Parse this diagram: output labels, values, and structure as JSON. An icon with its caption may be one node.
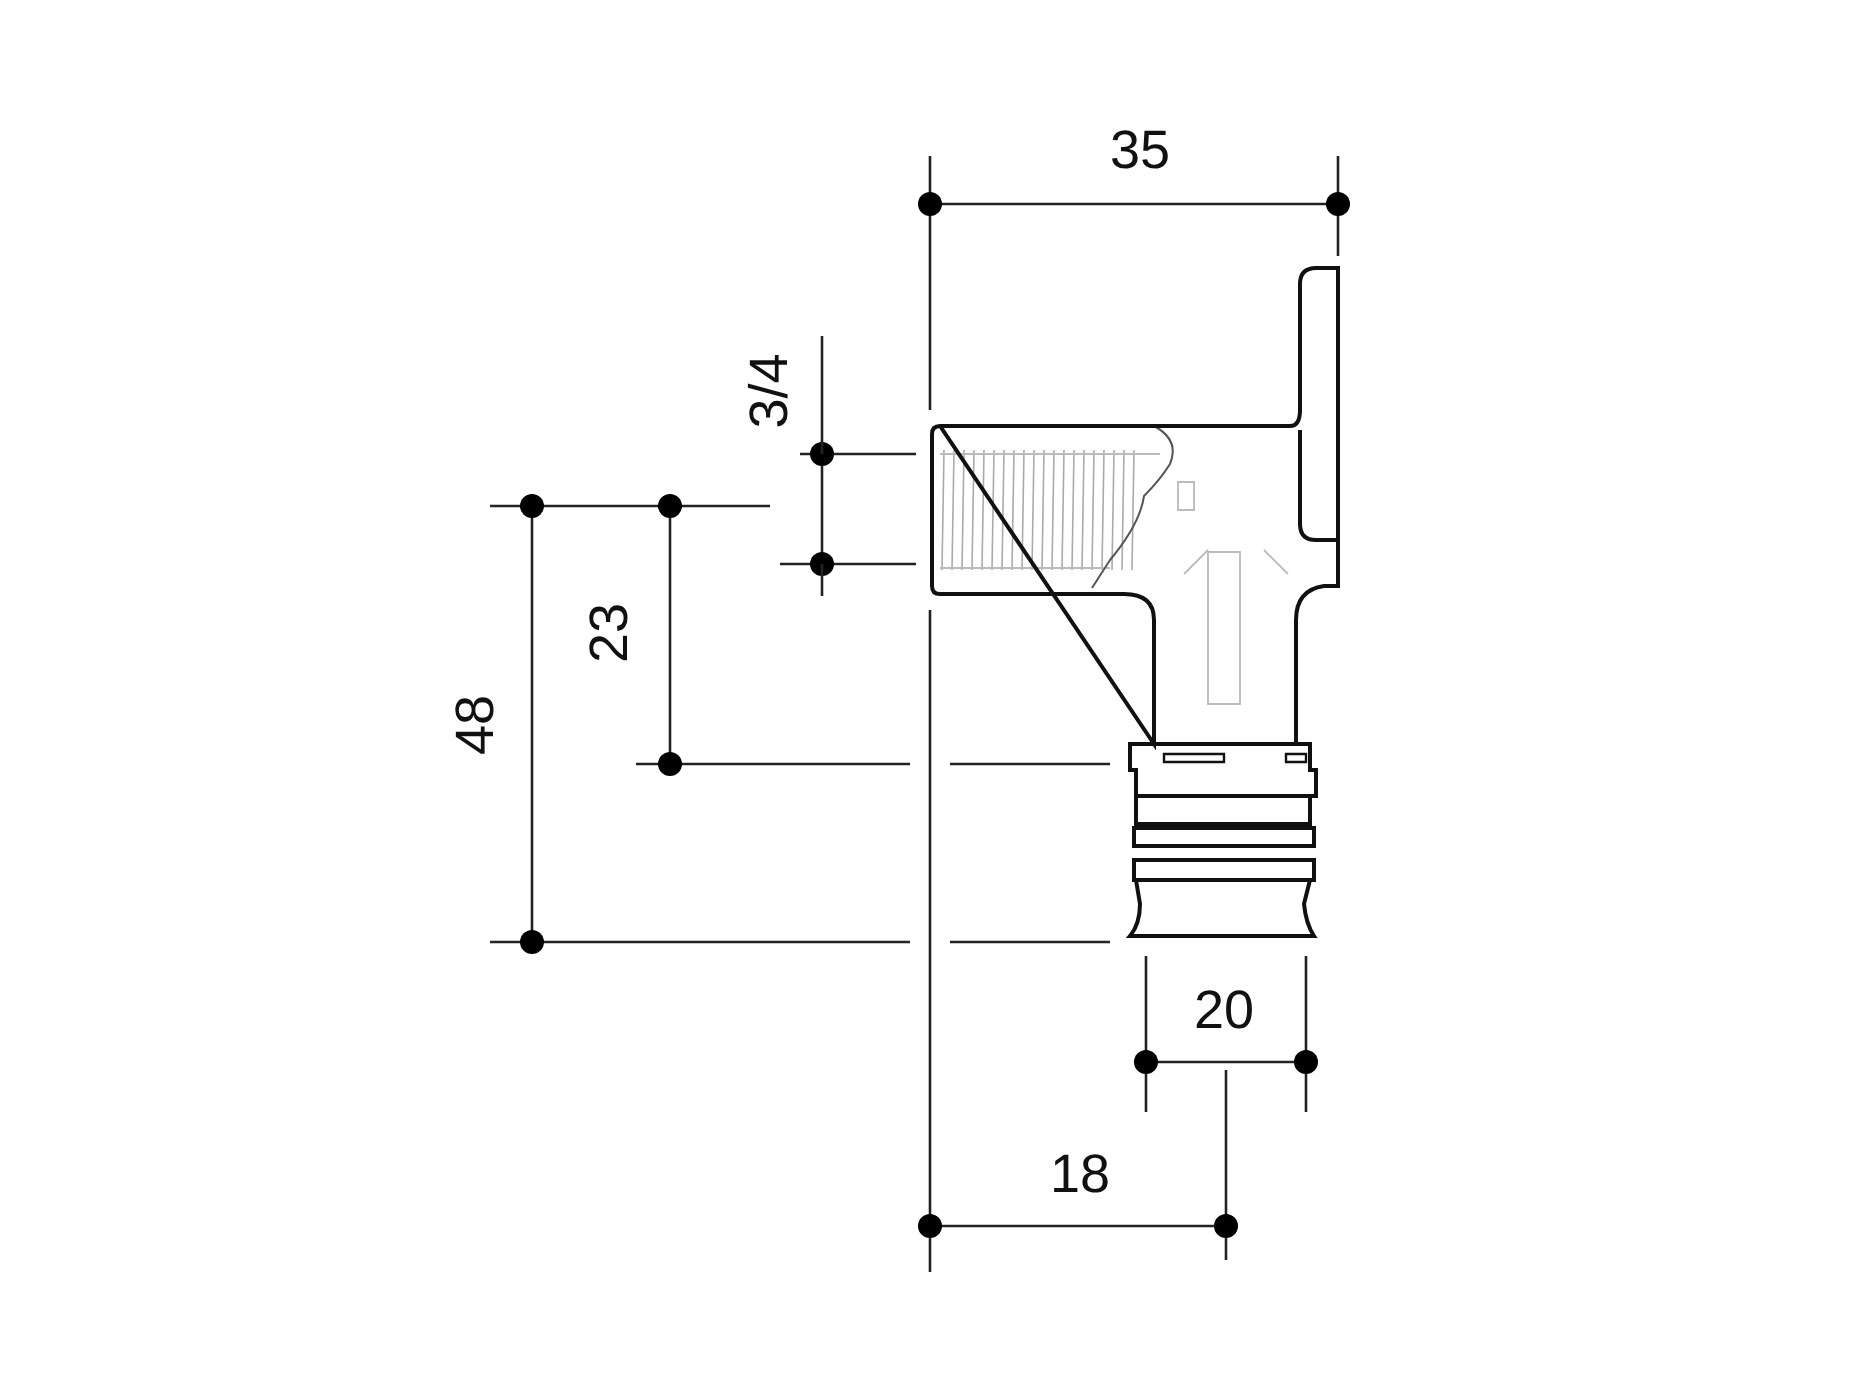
{
  "diagram": {
    "labels": [
      "35",
      "3/4",
      "23",
      "48",
      "20",
      "18"
    ]
  }
}
